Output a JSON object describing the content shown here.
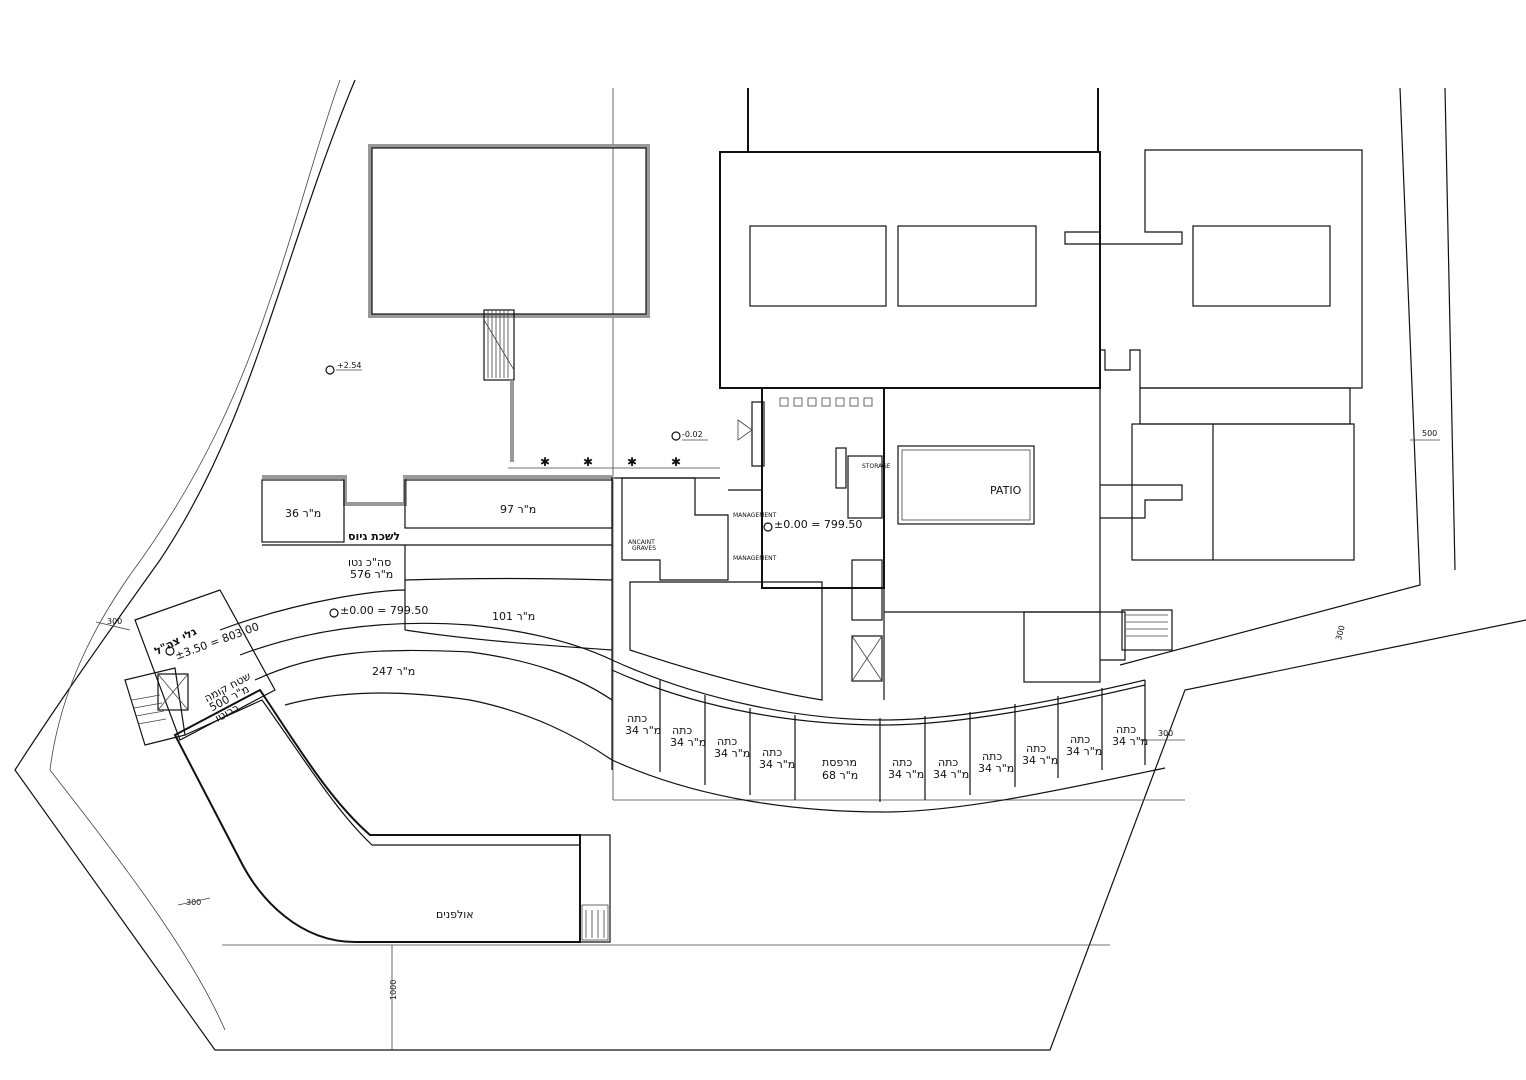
{
  "plan": {
    "spaces": {
      "room_36": "36 מ\"ר",
      "room_97": "97 מ\"ר",
      "room_101": "101 מ\"ר",
      "room_247": "247 מ\"ר",
      "lobby_name": "לשכת גיוס",
      "gross_area_line1": "סה\"כ נטו",
      "gross_area_line2": "576 מ\"ר",
      "gallery_name": "גלי צה\"ל",
      "floor_area_line1": "שטח קומה",
      "floor_area_line2": "500 מ\"ר",
      "floor_area_line3": "ברוטו",
      "studios": "אולפנים",
      "balcony_line1": "מרפסת",
      "balcony_line2": "68 מ\"ר",
      "classroom_label": "כתה",
      "classroom_area": "34 מ\"ר",
      "patio": "PATIO",
      "ancient_graves_line1": "ANCAINT",
      "ancient_graves_line2": "GRAVES",
      "storage": "STORAGE",
      "management_1": "MANAGEMENT",
      "management_2": "MANAGEMENT"
    },
    "levels": {
      "lvl_254": "+2.54",
      "lvl_002": "-0.02",
      "lvl_000_center": "±0.00  =  799.50",
      "lvl_000_left": "±0.00  =  799.50",
      "lvl_350": "±3.50  =  803.00"
    },
    "dimensions": {
      "d_500": "500",
      "d_300_right": "300",
      "d_300_classroom": "300",
      "d_300_topleft": "300",
      "d_300_bottomleft": "300",
      "d_1000": "1000"
    }
  }
}
